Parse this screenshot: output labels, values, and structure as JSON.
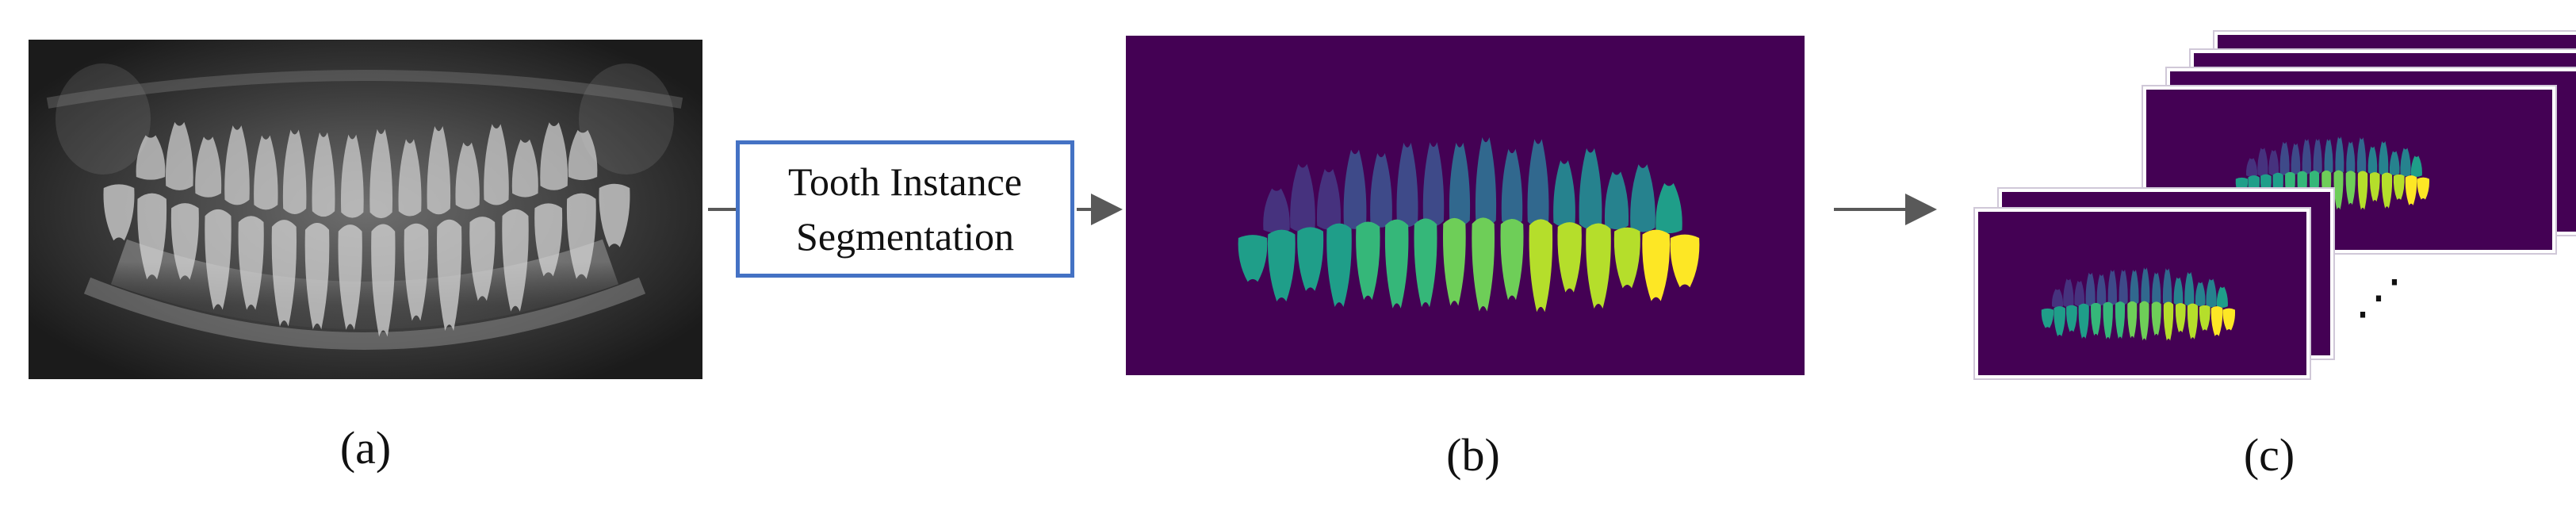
{
  "process_box": {
    "line1": "Tooth Instance",
    "line2": "Segmentation"
  },
  "panels": {
    "a": {
      "caption": "(a)"
    },
    "b": {
      "caption": "(b)"
    },
    "c": {
      "caption": "(c)"
    }
  },
  "ellipsis": "⋰",
  "colors": {
    "box_border": "#4472c4",
    "mask_background": "#440154",
    "arrow": "#595959",
    "palette": [
      "#46327e",
      "#3e4a89",
      "#31688e",
      "#26828e",
      "#1f9e89",
      "#35b779",
      "#6ece58",
      "#b5de2b",
      "#fde725"
    ]
  },
  "tooth_mask": {
    "upper_teeth_count": 16,
    "lower_teeth_count": 16
  }
}
